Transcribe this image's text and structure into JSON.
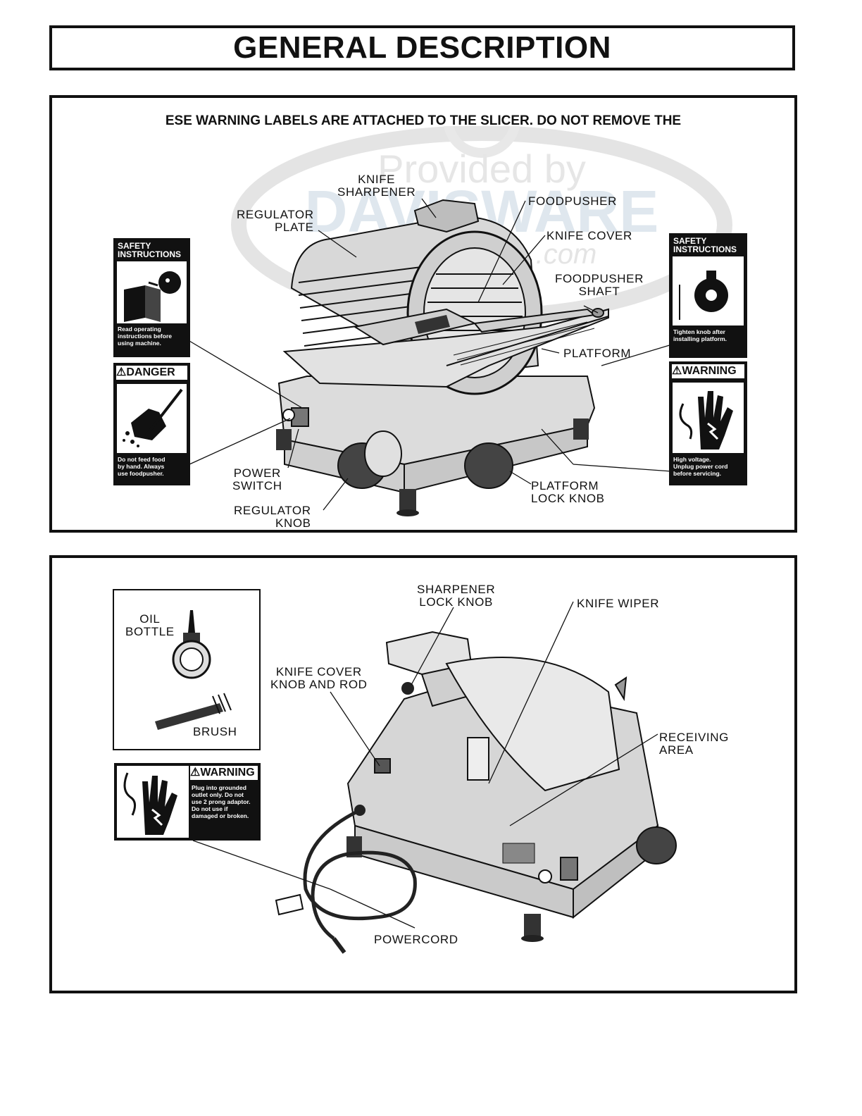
{
  "page": {
    "title": "GENERAL DESCRIPTION"
  },
  "watermark": {
    "line1": "Provided by",
    "line2": "DAVISWARE",
    "line3": ".com"
  },
  "panel1": {
    "banner": "ESE WARNING LABELS ARE ATTACHED TO THE SLICER. DO NOT REMOVE THE",
    "labels": {
      "knife_sharpener": "KNIFE\nSHARPENER",
      "regulator_plate": "REGULATOR\nPLATE",
      "foodpusher": "FOODPUSHER",
      "knife_cover": "KNIFE COVER",
      "foodpusher_shaft": "FOODPUSHER\nSHAFT",
      "platform": "PLATFORM",
      "power_switch": "POWER\nSWITCH",
      "regulator_knob": "REGULATOR\nKNOB",
      "platform_lock_knob": "PLATFORM\nLOCK KNOB"
    },
    "signs": {
      "safety_left": {
        "heading": "SAFETY\nINSTRUCTIONS",
        "text": "Read operating\ninstructions before\nusing machine."
      },
      "danger": {
        "heading": "DANGER",
        "text": "Do not feed food\nby hand. Always\nuse foodpusher."
      },
      "safety_right": {
        "heading": "SAFETY\nINSTRUCTIONS",
        "text": "Tighten knob after\ninstalling platform."
      },
      "warning_right": {
        "heading": "WARNING",
        "text": "High voltage.\nUnplug power cord\nbefore servicing."
      }
    }
  },
  "panel2": {
    "labels": {
      "oil_bottle": "OIL\nBOTTLE",
      "brush": "BRUSH",
      "sharpener_lock_knob": "SHARPENER\nLOCK KNOB",
      "knife_wiper": "KNIFE WIPER",
      "knife_cover_knob_rod": "KNIFE COVER\nKNOB AND ROD",
      "receiving_area": "RECEIVING\nAREA",
      "powercord": "POWERCORD"
    },
    "signs": {
      "warning_plug": {
        "heading": "WARNING",
        "text": "Plug into grounded\noutlet only. Do not\nuse 2 prong adaptor.\nDo not use if\ndamaged or broken."
      }
    }
  }
}
